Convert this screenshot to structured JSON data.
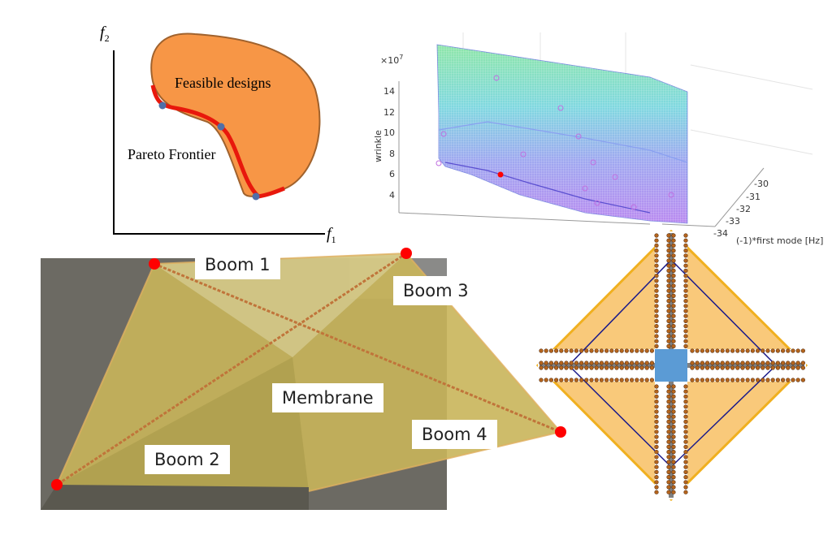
{
  "pareto": {
    "y_axis": "f",
    "y_sub": "2",
    "x_axis": "f",
    "x_sub": "1",
    "region_label": "Feasible designs",
    "frontier_label": "Pareto Frontier"
  },
  "surface_plot": {
    "z_scale": "×10",
    "z_scale_exp": "7",
    "z_label": "wrinkle",
    "z_ticks": [
      "14",
      "12",
      "10",
      "8",
      "6",
      "4"
    ],
    "y_ticks": [
      "-30",
      "-31",
      "-32",
      "-33",
      "-34"
    ],
    "y_label": "(-1)*first mode [Hz]"
  },
  "photo": {
    "labels": [
      "Boom 1",
      "Boom 3",
      "Membrane",
      "Boom 4",
      "Boom 2"
    ]
  },
  "colors": {
    "feasible": "#F79646",
    "frontier": "#E8180C",
    "membrane": "#F9C97A",
    "boom": "#7F7F7F",
    "hub": "#5B9BD5"
  }
}
